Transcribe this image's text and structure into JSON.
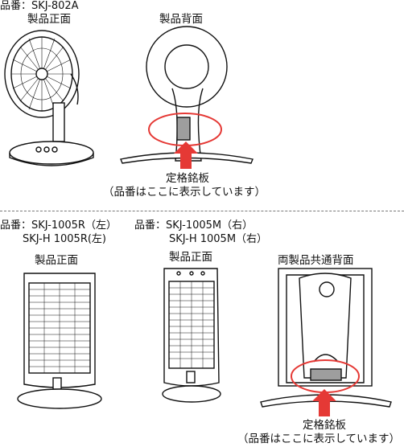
{
  "section_top": {
    "model_line": "品番：SKJ-802A",
    "front_title": "製品正面",
    "back_title": "製品背面",
    "plate_label": "定格銘板",
    "plate_note": "（品番はここに表示しています）"
  },
  "section_bottom": {
    "model_left_line1": "品番：SKJ-1005R（左）",
    "model_left_line2": "SKJ-H 1005R(左)",
    "model_right_line1": "品番：SKJ-1005M（右）",
    "model_right_line2": "SKJ-H 1005M（右）",
    "front_title_left": "製品正面",
    "front_title_right": "製品正面",
    "back_title": "両製品共通背面",
    "plate_label": "定格銘板",
    "plate_note": "（品番はここに表示しています）"
  },
  "colors": {
    "highlight_ring": "#e53935",
    "arrow": "#e53935",
    "line": "#111111",
    "plate_fill": "#9e9e9e"
  },
  "icons": {
    "fan_front": "electric-fan-front-illustration",
    "fan_back": "electric-fan-back-illustration",
    "heater_front_left": "heater-front-illustration",
    "heater_front_right": "heater-front-illustration",
    "heater_back": "heater-back-illustration",
    "arrow": "red-up-arrow-icon"
  }
}
